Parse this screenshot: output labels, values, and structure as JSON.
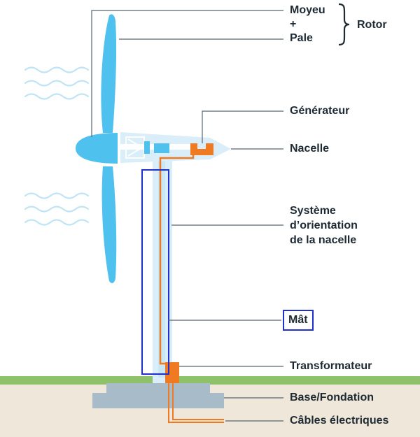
{
  "labels": {
    "moyeu": "Moyeu",
    "plus": "+",
    "pale": "Pale",
    "rotor": "Rotor",
    "generateur": "Générateur",
    "nacelle": "Nacelle",
    "orientation_line1": "Système",
    "orientation_line2": "d’orientation",
    "orientation_line3": "de la nacelle",
    "mat": "Mât",
    "transformateur": "Transformateur",
    "base": "Base/Fondation",
    "cables": "Câbles électriques"
  },
  "icons": {
    "wind": "wind-waves-icon",
    "blade": "blade-icon",
    "hub": "hub-icon",
    "brace": "brace-icon"
  },
  "colors": {
    "blade": "#4fc1ee",
    "structure_light": "#d9eef8",
    "generator_orange": "#f07a22",
    "highlight_box": "#1f2fd0",
    "ground_green": "#8dc16a",
    "ground_soil": "#eee7da",
    "foundation": "#a7bcc8",
    "wind": "#bfe4f5",
    "leader": "#5a6470",
    "text": "#1e2a33"
  }
}
